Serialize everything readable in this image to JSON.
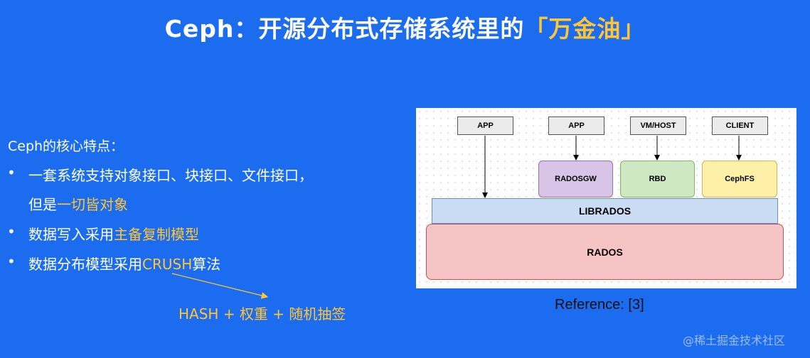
{
  "title": {
    "main": "Ceph：开源分布式存储系统里的",
    "highlight": "「万金油」"
  },
  "left": {
    "heading": "Ceph的核心特点：",
    "bullet_symbol": "•",
    "bullet1_line1": "一套系统支持对象接口、块接口、文件接口，",
    "bullet1_line2_plain": "但是",
    "bullet1_line2_highlight": "一切皆对象",
    "bullet2_plain": "数据写入采用",
    "bullet2_highlight": "主备复制模型",
    "bullet3_plain": "数据分布模型采用",
    "bullet3_highlight": "CRUSH",
    "bullet3_suffix": "算法",
    "hash_line": "HASH + 权重 + 随机抽签"
  },
  "diagram": {
    "top_boxes": [
      "APP",
      "APP",
      "VM/HOST",
      "CLIENT"
    ],
    "mid_boxes": [
      "RADOSGW",
      "RBD",
      "CephFS"
    ],
    "librados": "LIBRADOS",
    "rados": "RADOS"
  },
  "reference": "Reference: [3]",
  "watermark": "@稀土掘金技术社区",
  "colors": {
    "background": "#1c6cf0",
    "highlight": "#ffc533",
    "radosgw": "#d8c4e6",
    "rbd": "#cfe8c4",
    "cephfs": "#fff0a8",
    "librados": "#c9dcf3",
    "rados": "#f6c4c4"
  }
}
